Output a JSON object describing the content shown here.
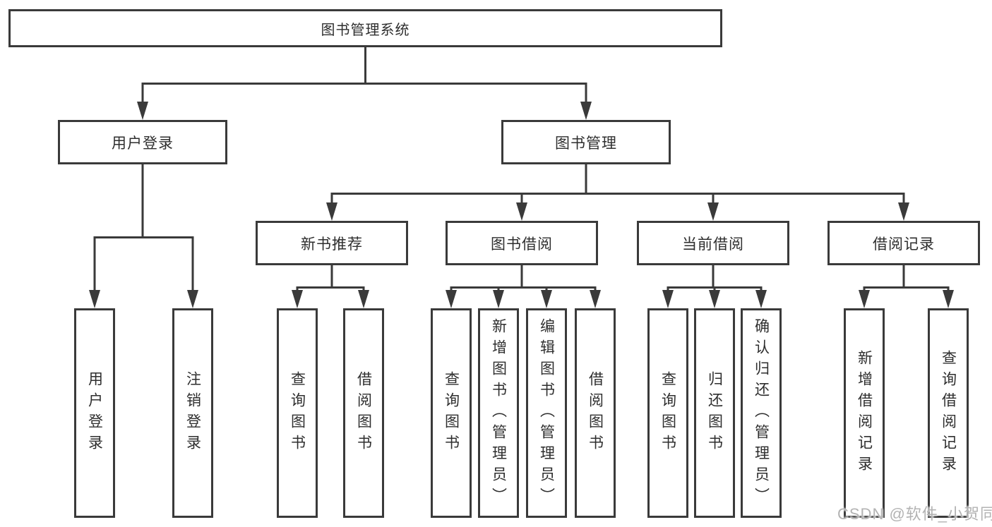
{
  "tree": {
    "root": {
      "label": "图书管理系统"
    },
    "branches": [
      {
        "label": "用户登录",
        "children": [
          {
            "label": "用户登录"
          },
          {
            "label": "注销登录"
          }
        ]
      },
      {
        "label": "图书管理",
        "children": [
          {
            "label": "新书推荐",
            "children": [
              {
                "label": "查询图书"
              },
              {
                "label": "借阅图书"
              }
            ]
          },
          {
            "label": "图书借阅",
            "children": [
              {
                "label": "查询图书"
              },
              {
                "label": "新增图书（管理员）"
              },
              {
                "label": "编辑图书（管理员）"
              },
              {
                "label": "借阅图书"
              }
            ]
          },
          {
            "label": "当前借阅",
            "children": [
              {
                "label": "查询图书"
              },
              {
                "label": "归还图书"
              },
              {
                "label": "确认归还（管理员）"
              }
            ]
          },
          {
            "label": "借阅记录",
            "children": [
              {
                "label": "新增借阅记录"
              },
              {
                "label": "查询借阅记录"
              }
            ]
          }
        ]
      }
    ]
  },
  "watermark": {
    "text": "CSDN @软件_小贺同学"
  },
  "colors": {
    "line": "#3a3a3a",
    "text": "#2e2e2e",
    "box_background": "#ffffff",
    "watermark": "#b3b3b3"
  }
}
